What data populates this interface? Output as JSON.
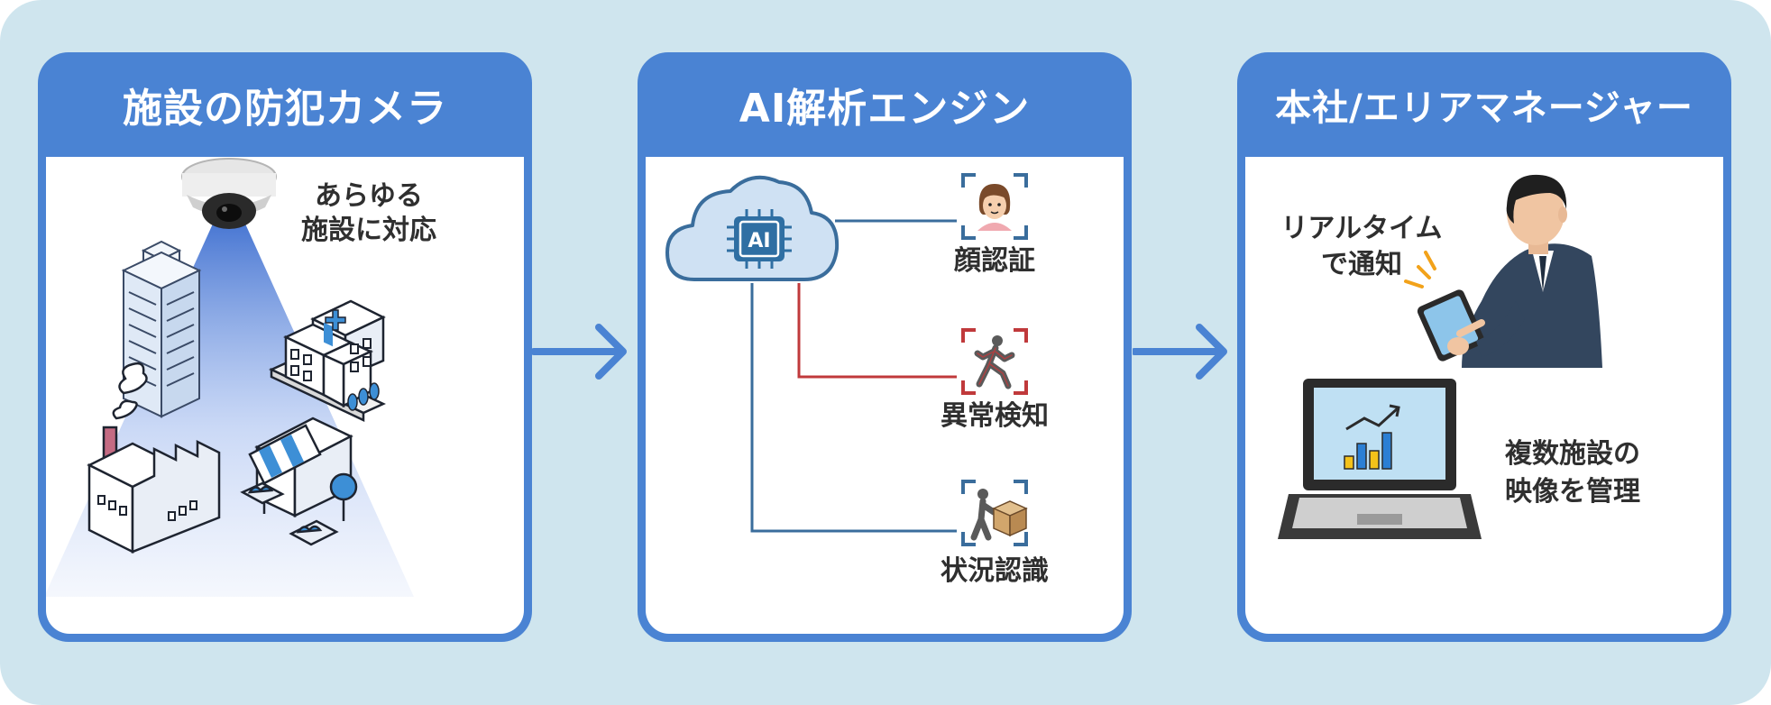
{
  "panels": {
    "cameras": {
      "title": "施設の防犯カメラ",
      "caption_line1": "あらゆる",
      "caption_line2": "施設に対応"
    },
    "ai": {
      "title": "AI解析エンジン",
      "chip_label": "AI",
      "features": [
        {
          "label": "顔認証",
          "icon": "face-icon",
          "line_color": "#3a6d9c"
        },
        {
          "label": "異常検知",
          "icon": "running-person-icon",
          "line_color": "#c0393b"
        },
        {
          "label": "状況認識",
          "icon": "person-carrying-box-icon",
          "line_color": "#3a6d9c"
        }
      ]
    },
    "hq": {
      "title": "本社/エリアマネージャー",
      "notify_line1": "リアルタイム",
      "notify_line2": "で通知",
      "manage_line1": "複数施設の",
      "manage_line2": "映像を管理"
    }
  },
  "colors": {
    "background": "#cfe5ee",
    "panel_header": "#4a83d3",
    "arrow": "#4a83d3",
    "alert_red": "#c0393b",
    "line_blue": "#3a6d9c"
  }
}
